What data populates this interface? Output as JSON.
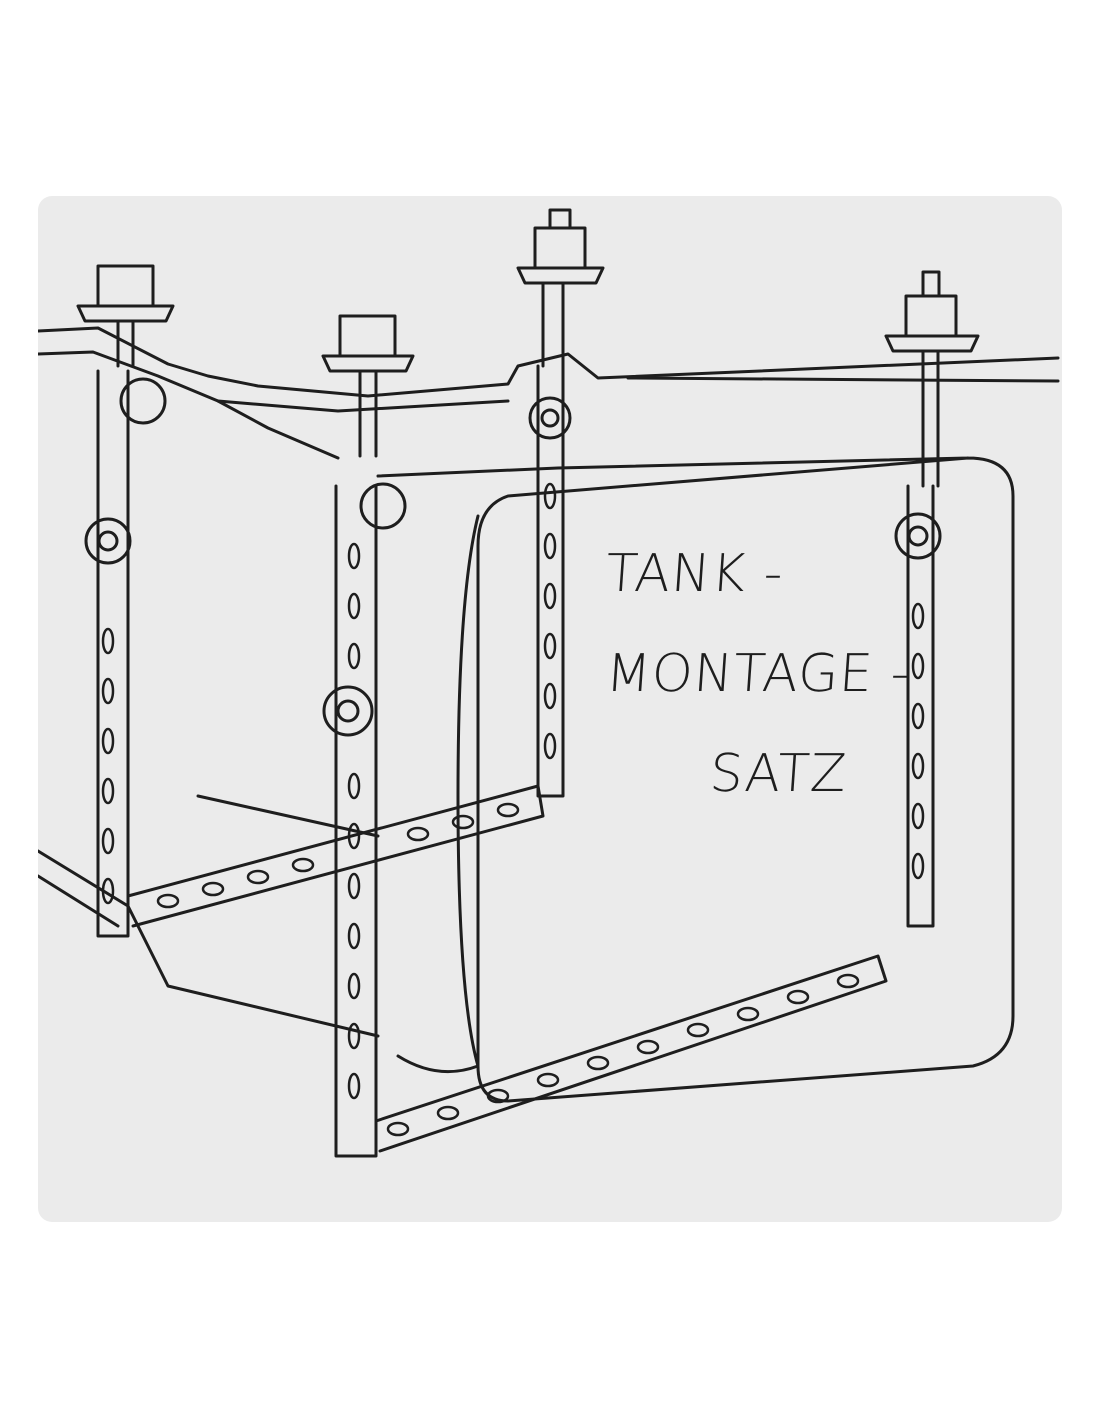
{
  "image": {
    "background": "#ffffff",
    "card_color": "#ebebeb",
    "ink_color": "#1e1e1e",
    "illustration": "tank-mounting-kit-sketch"
  },
  "label": {
    "lines": [
      "TANK -",
      "MONTAGE -",
      "SATZ"
    ]
  }
}
